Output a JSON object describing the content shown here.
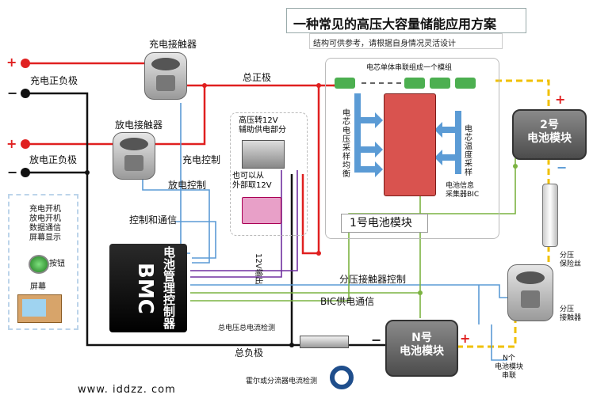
{
  "title": "一种常见的高压大容量储能应用方案",
  "subtitle": "结构可供参考，请根据自身情况灵活设计",
  "labels": {
    "charge_contactor": "充电接触器",
    "discharge_contactor": "放电接触器",
    "charge_pole": "充电正负极",
    "discharge_pole": "放电正负极",
    "total_positive": "总正极",
    "total_negative": "总负极",
    "charge_control": "充电控制",
    "discharge_control": "放电控制",
    "control_comm": "控制和通信",
    "hv_to_12v": "高压转12V\n辅助供电部分",
    "alt_12v": "也可以从\n外部取12V",
    "out_12v": "12V输出",
    "cells_series": "电芯单体串联组成一个模组",
    "cell_voltage_sampling": "电芯电压采样均衡",
    "cell_temp_sampling": "电芯温度采样",
    "bic": "电池信息\n采集器BIC",
    "module1": "1号电池模块",
    "module2_line1": "2号",
    "module2_line2": "电池模块",
    "moduleN_line1": "N号",
    "moduleN_line2": "电池模块",
    "divider_contactor_control": "分压接触器控制",
    "bic_power_comm": "BIC供电通信",
    "total_v_i_detect": "总电压总电流检测",
    "divider_fuse": "分压\n保险丝",
    "divider_contactor": "分压\n接触器",
    "n_modules_series": "N个\n电池模块\n串联",
    "hall_shunt": "霍尔或分流器电流检测",
    "side_panel": [
      "充电开机",
      "放电开机",
      "数据通信",
      "屏幕显示"
    ],
    "button": "按钮",
    "screen": "屏幕",
    "bmc_main": "BMC",
    "bmc_sub": "电池管理控制器",
    "watermark": "www. iddzz. com"
  },
  "icons": {
    "plus_sign": "+",
    "minus_sign": "−"
  },
  "colors": {
    "positive": "#e02020",
    "negative": "#111111",
    "control": "#5b9bd5",
    "comm": "#7cb342",
    "power12": "#7030a0",
    "dashed": "#f0c000"
  }
}
